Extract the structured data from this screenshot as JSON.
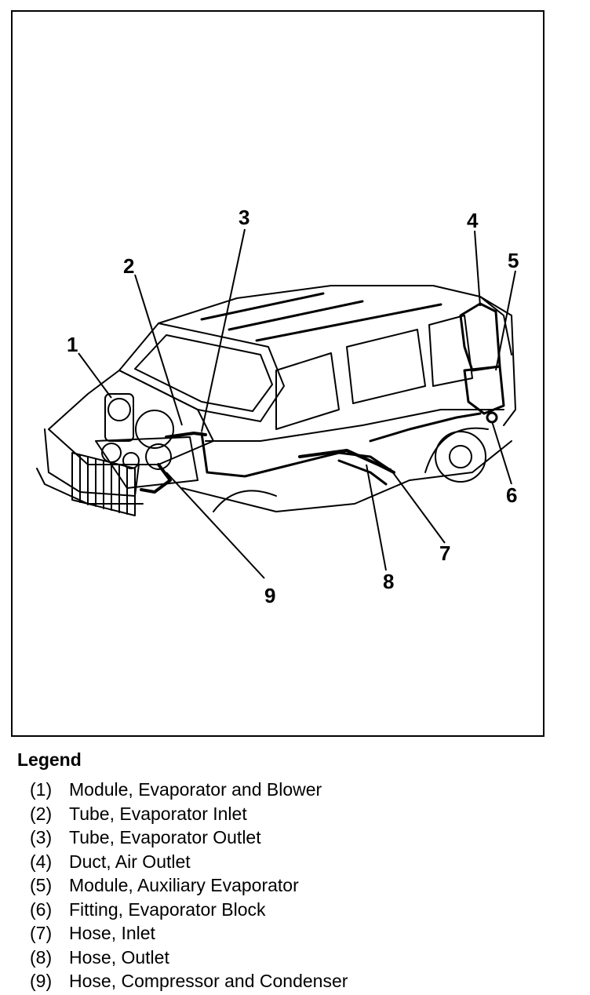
{
  "figure": {
    "callouts": [
      {
        "label": "1"
      },
      {
        "label": "2"
      },
      {
        "label": "3"
      },
      {
        "label": "4"
      },
      {
        "label": "5"
      },
      {
        "label": "6"
      },
      {
        "label": "7"
      },
      {
        "label": "8"
      },
      {
        "label": "9"
      }
    ],
    "line_color": "#000000",
    "background_color": "#ffffff"
  },
  "legend": {
    "title": "Legend",
    "items": [
      {
        "number": "(1)",
        "text": "Module, Evaporator and Blower"
      },
      {
        "number": "(2)",
        "text": "Tube, Evaporator Inlet"
      },
      {
        "number": "(3)",
        "text": "Tube, Evaporator Outlet"
      },
      {
        "number": "(4)",
        "text": "Duct, Air Outlet"
      },
      {
        "number": "(5)",
        "text": "Module, Auxiliary Evaporator"
      },
      {
        "number": "(6)",
        "text": "Fitting, Evaporator Block"
      },
      {
        "number": "(7)",
        "text": "Hose, Inlet"
      },
      {
        "number": "(8)",
        "text": "Hose, Outlet"
      },
      {
        "number": "(9)",
        "text": "Hose, Compressor and Condenser"
      }
    ]
  }
}
